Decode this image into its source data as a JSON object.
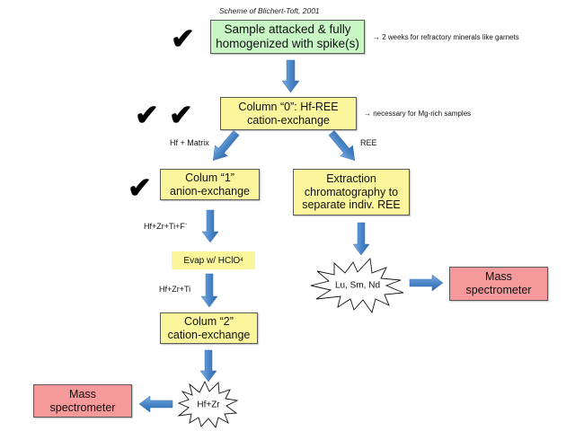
{
  "caption": "Scheme of Blichert-Toft, 2001",
  "steps": {
    "sample": {
      "line1": "Sample attacked & fully",
      "line2": "homogenized with spike(s)",
      "note": "→ 2 weeks for refractory minerals like garnets",
      "checks": 1
    },
    "column0": {
      "line1": "Column “0”:  Hf-REE",
      "line2": "cation-exchange",
      "note": "→ necessary for Mg-rich samples",
      "checks": 2
    },
    "column1": {
      "line1": "Colum “1”",
      "line2": "anion-exchange",
      "checks": 1
    },
    "extraction": {
      "line1": "Extraction",
      "line2": "chromatography to",
      "line3": "separate indiv. REE"
    },
    "evap": {
      "text": "Evap w/ HClO",
      "subscript": "4"
    },
    "column2": {
      "line1": "Colum “2”",
      "line2": "cation-exchange"
    },
    "mass_left": {
      "line1": "Mass",
      "line2": "spectrometer"
    },
    "mass_right": {
      "line1": "Mass",
      "line2": "spectrometer"
    }
  },
  "bursts": {
    "ree": "Lu, Sm, Nd",
    "hfzr": "Hf+Zr"
  },
  "flow_labels": {
    "hf_matrix": "Hf + Matrix",
    "ree": "REE",
    "hf_zr_ti_f": "Hf+Zr+Ti+F",
    "hf_zr_ti_f_sup": "-",
    "hf_zr_ti": "Hf+Zr+Ti"
  },
  "check_glyph": "✔",
  "colors": {
    "green_box": "#c8f7c5",
    "yellow_box": "#fbf59b",
    "pink_box": "#f5999a",
    "arrow": "#4a86c8"
  }
}
